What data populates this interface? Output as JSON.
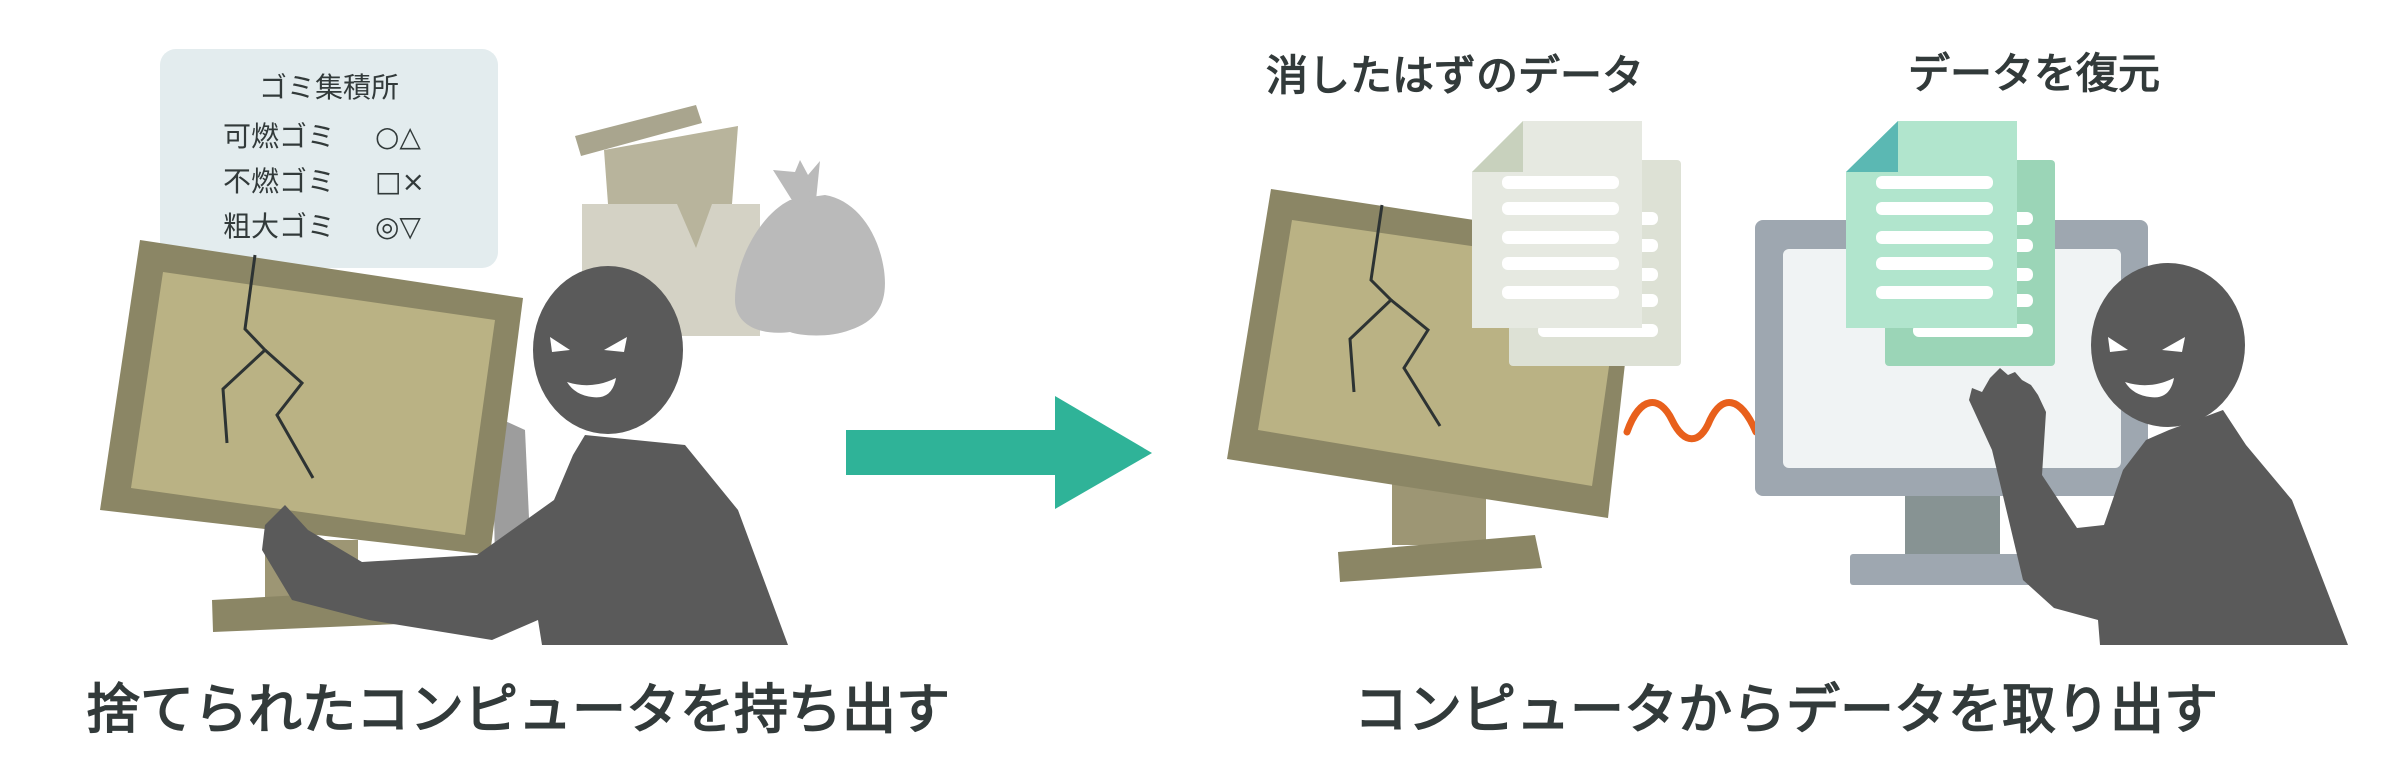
{
  "left_scene": {
    "sign": {
      "title": "ゴミ集積所",
      "rows": [
        {
          "label": "可燃ゴミ",
          "symbols": "○△"
        },
        {
          "label": "不燃ゴミ",
          "symbols": "□×"
        },
        {
          "label": "粗大ゴミ",
          "symbols": "◎▽"
        }
      ]
    },
    "caption": "捨てられたコンピュータを持ち出す"
  },
  "right_scene": {
    "deleted_label": "消したはずのデータ",
    "restored_label": "データを復元",
    "caption": "コンピュータからデータを取り出す"
  },
  "colors": {
    "arrow": "#2fb398",
    "person": "#5a5a5a",
    "old_monitor_frame": "#8b8665",
    "old_monitor_screen": "#bab284",
    "new_monitor_frame": "#9ea7b0",
    "cable": "#e8601c",
    "restored_doc": "#b1e5cd"
  }
}
